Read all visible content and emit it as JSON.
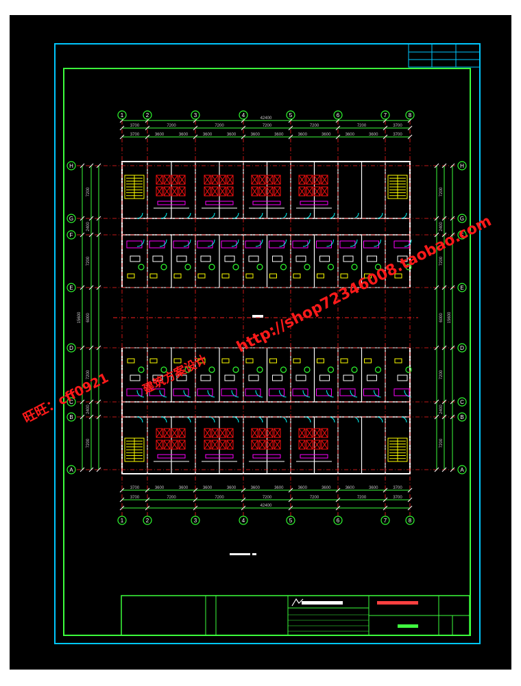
{
  "drawing": {
    "colors": {
      "background": "#000000",
      "outer_frame": "#00c8ff",
      "inner_frame": "#3cff3c",
      "axis": "#ffffff",
      "axis_center": "#ff2020",
      "wall": "#ffffff",
      "bathroom_fixture": "#ff1010",
      "furniture": "#ff00ff",
      "stair": "#ffff00",
      "door": "#00ffff",
      "dimension": "#c8c8c8",
      "fixture_green": "#30ff30"
    },
    "grid_columns": [
      "1",
      "2",
      "3",
      "4",
      "5",
      "6",
      "7",
      "8"
    ],
    "grid_rows": [
      "H",
      "G",
      "F",
      "E",
      "D",
      "C",
      "B",
      "A"
    ],
    "dims_top_row1": [
      "3700",
      "7200",
      "7200",
      "7200",
      "7200",
      "7200",
      "3700"
    ],
    "dims_top_row2": [
      "3700",
      "3600",
      "3600",
      "3600",
      "3600",
      "3600",
      "3600",
      "3600",
      "3600",
      "3600",
      "3600",
      "3700"
    ],
    "dims_bottom_row1": [
      "3700",
      "3600",
      "3600",
      "3600",
      "3600",
      "3600",
      "3600",
      "3600",
      "3600",
      "3600",
      "3600",
      "3700"
    ],
    "dims_bottom_row2": [
      "3700",
      "7200",
      "7200",
      "7200",
      "7200",
      "7200",
      "3700"
    ],
    "total_width_label": "42400",
    "total_width_label_bottom": "42400",
    "dims_left": [
      "7200",
      "2400",
      "7200",
      "6000",
      "7200",
      "2400",
      "7200"
    ],
    "dims_right": [
      "7200",
      "2400",
      "7200",
      "6000",
      "7200",
      "2400",
      "7200"
    ],
    "total_height_label": "15600",
    "total_height_label_right": "15600"
  },
  "watermarks": {
    "shop_url": "http://shop72346008.taobao.com",
    "left_text": "旺旺：cff0921",
    "middle_text": "建筑方案设计"
  }
}
